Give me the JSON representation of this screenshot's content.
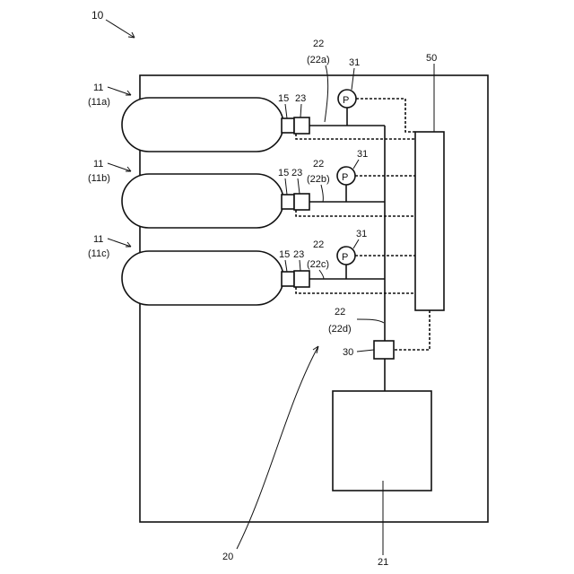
{
  "labels": {
    "system": "10",
    "tank_a_num": "11",
    "tank_a_sub": "(11a)",
    "tank_b_num": "11",
    "tank_b_sub": "(11b)",
    "tank_c_num": "11",
    "tank_c_sub": "(11c)",
    "valve_a_15": "15",
    "valve_a_23": "23",
    "valve_b_15": "15",
    "valve_b_23": "23",
    "valve_c_15": "15",
    "valve_c_23": "23",
    "pipe_a_num": "22",
    "pipe_a_sub": "(22a)",
    "pipe_b_num": "22",
    "pipe_b_sub": "(22b)",
    "pipe_c_num": "22",
    "pipe_c_sub": "(22c)",
    "pipe_d_num": "22",
    "pipe_d_sub": "(22d)",
    "sensor_a_num": "31",
    "sensor_b_num": "31",
    "sensor_c_num": "31",
    "sensor_symbol": "P",
    "controller": "50",
    "regulator": "30",
    "fuel_cell": "21",
    "housing": "20"
  },
  "colors": {
    "line": "#111111",
    "background": "#ffffff"
  }
}
